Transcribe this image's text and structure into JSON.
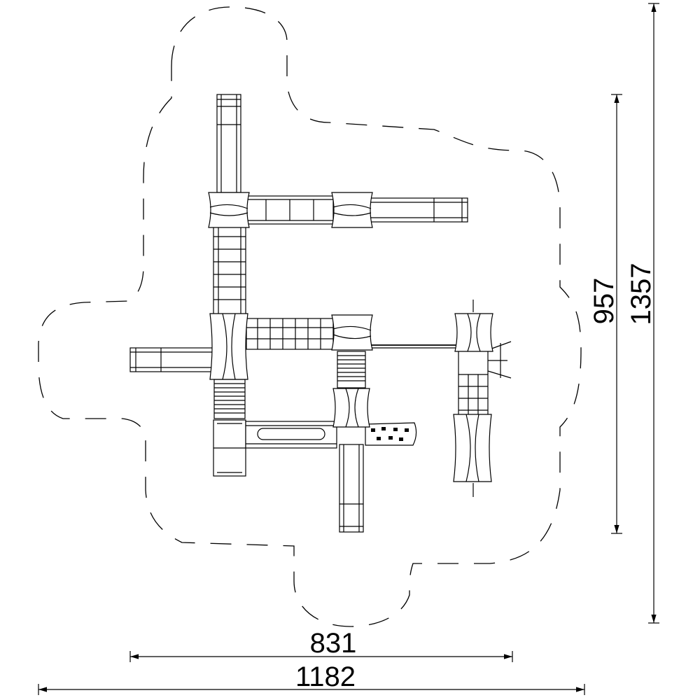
{
  "dimensions": {
    "inner_width": "831",
    "outer_width": "1182",
    "inner_height": "957",
    "outer_height": "1357"
  },
  "colors": {
    "line": "#000000",
    "background": "#ffffff"
  }
}
